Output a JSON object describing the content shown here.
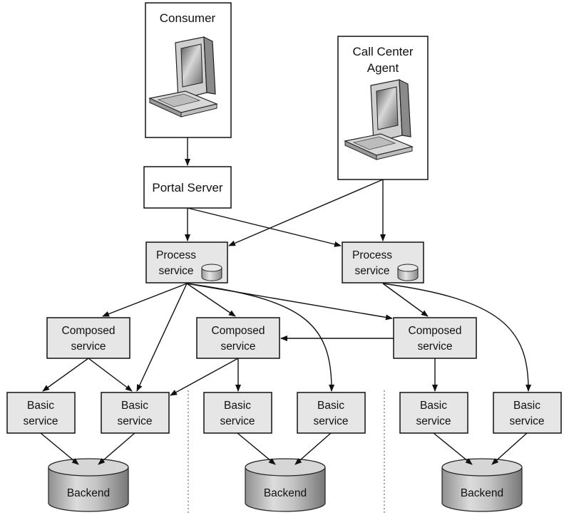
{
  "consumer": {
    "label": "Consumer",
    "icon": "computer-icon"
  },
  "call_center": {
    "line1": "Call Center",
    "line2": "Agent",
    "icon": "computer-icon"
  },
  "portal": {
    "label": "Portal Server"
  },
  "process_left": {
    "line1": "Process",
    "line2": "service",
    "icon": "database-icon"
  },
  "process_right": {
    "line1": "Process",
    "line2": "service",
    "icon": "database-icon"
  },
  "composed_left": {
    "line1": "Composed",
    "line2": "service"
  },
  "composed_mid": {
    "line1": "Composed",
    "line2": "service"
  },
  "composed_right": {
    "line1": "Composed",
    "line2": "service"
  },
  "basic": [
    {
      "line1": "Basic",
      "line2": "service"
    },
    {
      "line1": "Basic",
      "line2": "service"
    },
    {
      "line1": "Basic",
      "line2": "service"
    },
    {
      "line1": "Basic",
      "line2": "service"
    },
    {
      "line1": "Basic",
      "line2": "service"
    },
    {
      "line1": "Basic",
      "line2": "service"
    }
  ],
  "backends": [
    {
      "label": "Backend"
    },
    {
      "label": "Backend"
    },
    {
      "label": "Backend"
    }
  ],
  "colors": {
    "box_fill": "#e6e6e6",
    "line": "#111111",
    "divider": "#888888"
  }
}
